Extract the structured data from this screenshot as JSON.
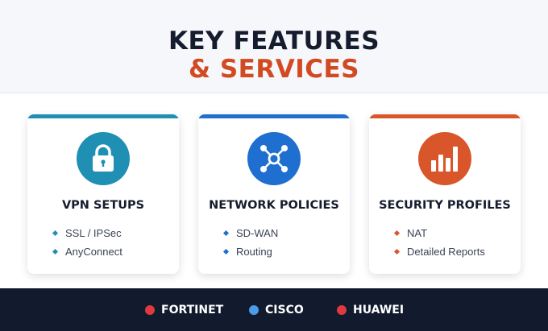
{
  "header": {
    "title_line1": "KEY FEATURES",
    "title_line2": "& SERVICES"
  },
  "cards": [
    {
      "title": "VPN SETUPS",
      "icon": "lock-icon",
      "accent": "#1f8fb3",
      "items": [
        "SSL / IPSec",
        "AnyConnect"
      ]
    },
    {
      "title": "NETWORK POLICIES",
      "icon": "network-hub-icon",
      "accent": "#1e6fcf",
      "items": [
        "SD-WAN",
        "Routing"
      ]
    },
    {
      "title": "SECURITY PROFILES",
      "icon": "bar-chart-icon",
      "accent": "#d9562a",
      "items": [
        "NAT",
        "Detailed Reports"
      ]
    }
  ],
  "footer": {
    "brands": [
      {
        "name": "FORTINET",
        "color": "#e0393e"
      },
      {
        "name": "CISCO",
        "color": "#4a9be8"
      },
      {
        "name": "HUAWEI",
        "color": "#e0393e"
      }
    ]
  }
}
